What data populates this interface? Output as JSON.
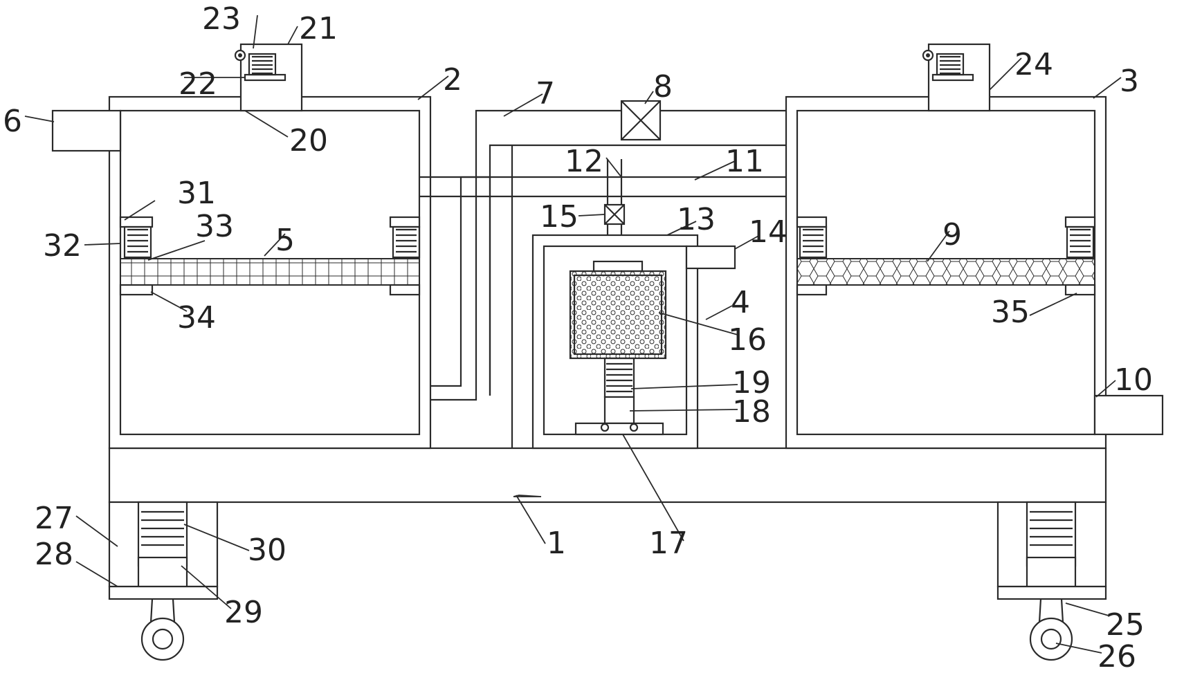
{
  "figure": {
    "background": "#ffffff",
    "line_color": "#2a2a2a"
  },
  "labels": {
    "l1": "1",
    "l2": "2",
    "l3": "3",
    "l4": "4",
    "l5": "5",
    "l6": "6",
    "l7": "7",
    "l8": "8",
    "l9": "9",
    "l10": "10",
    "l11": "11",
    "l12": "12",
    "l13": "13",
    "l14": "14",
    "l15": "15",
    "l16": "16",
    "l17": "17",
    "l18": "18",
    "l19": "19",
    "l20": "20",
    "l21": "21",
    "l22": "22",
    "l23": "23",
    "l24": "24",
    "l25": "25",
    "l26": "26",
    "l27": "27",
    "l28": "28",
    "l29": "29",
    "l30": "30",
    "l31": "31",
    "l32": "32",
    "l33": "33",
    "l34": "34",
    "l35": "35"
  }
}
